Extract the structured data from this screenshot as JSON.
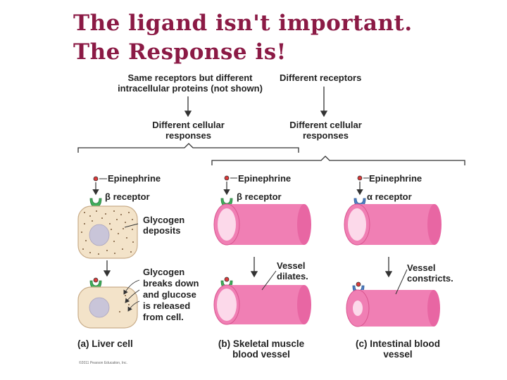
{
  "title": {
    "line1": "The ligand isn't important.",
    "line2": "The Response is!"
  },
  "top": {
    "left_heading": [
      "Same receptors but different",
      "intracellular proteins (not shown)"
    ],
    "right_heading": "Different receptors",
    "left_response": [
      "Different cellular",
      "responses"
    ],
    "right_response": [
      "Different cellular",
      "responses"
    ]
  },
  "panels": {
    "a": {
      "ligand": "Epinephrine",
      "receptor_symbol": "β",
      "receptor_text": "receptor",
      "deposits": [
        "Glycogen",
        "deposits"
      ],
      "result": [
        "Glycogen",
        "breaks down",
        "and glucose",
        "is released",
        "from cell."
      ],
      "caption": [
        "(a) Liver cell"
      ]
    },
    "b": {
      "ligand": "Epinephrine",
      "receptor_symbol": "β",
      "receptor_text": "receptor",
      "result": [
        "Vessel",
        "dilates."
      ],
      "caption": [
        "(b) Skeletal muscle",
        "blood vessel"
      ]
    },
    "c": {
      "ligand": "Epinephrine",
      "receptor_symbol": "α",
      "receptor_text": "receptor",
      "result": [
        "Vessel",
        "constricts."
      ],
      "caption": [
        "(c) Intestinal blood",
        "vessel"
      ]
    }
  },
  "credit": "©2011 Pearson Education, Inc.",
  "colors": {
    "title": "#8b1a45",
    "vessel_pink": "#f07fb4",
    "vessel_light": "#fcd9ea",
    "beta_receptor": "#3fae5a",
    "alpha_receptor": "#4d7fc4",
    "ligand_red": "#d93a3a",
    "cell_fill": "#f3e3c9",
    "nucleus": "#c9c5d9"
  }
}
